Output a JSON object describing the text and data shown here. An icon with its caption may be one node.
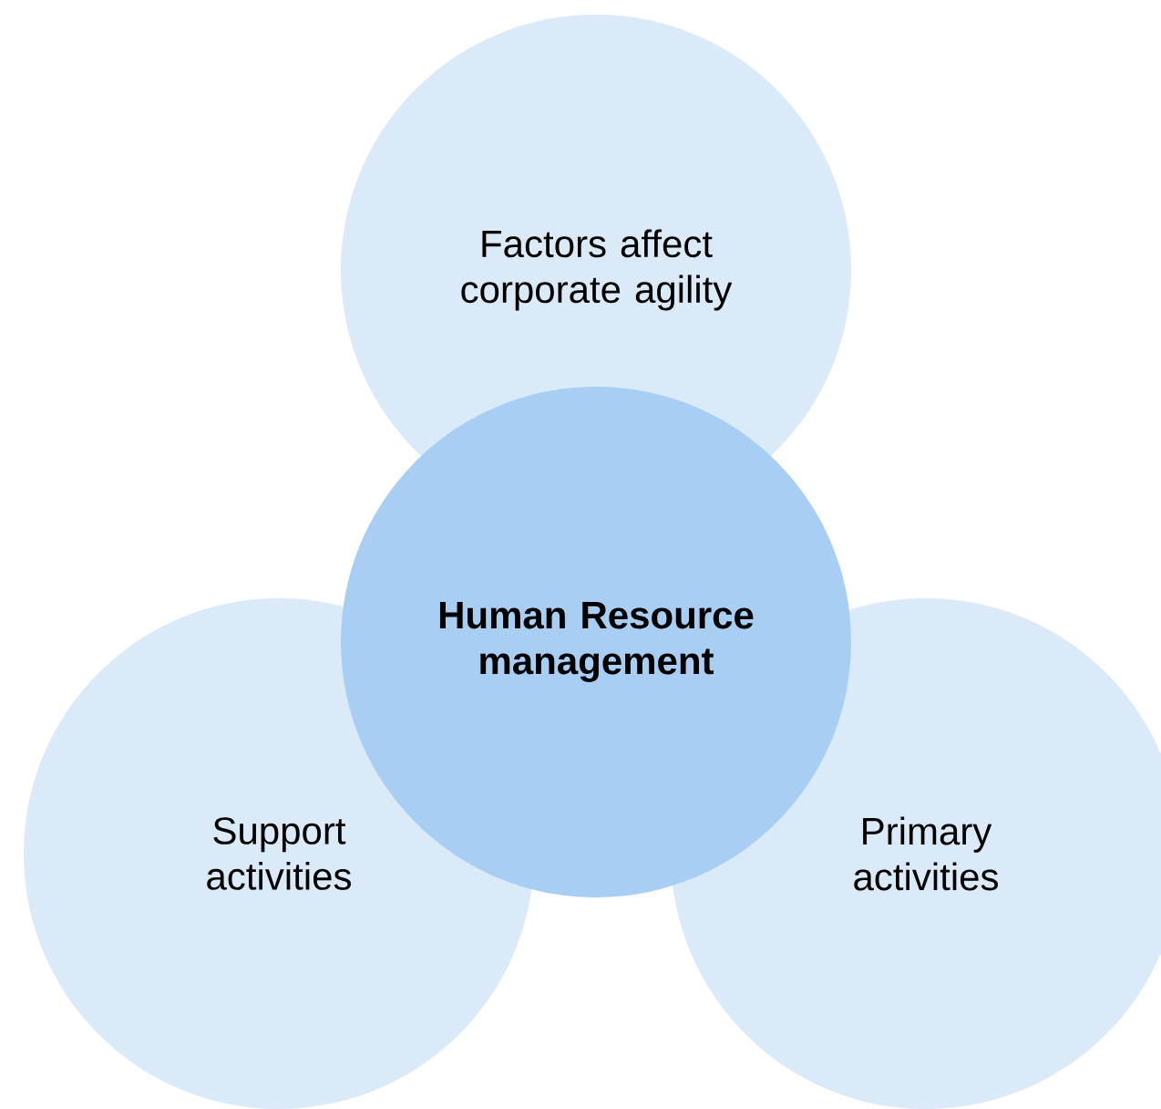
{
  "diagram": {
    "nodes": [
      {
        "text": [
          "Factors affect corporate agility"
        ]
      },
      {
        "text": [
          "Human Resource management"
        ]
      },
      {
        "text": [
          "Support activities"
        ]
      },
      {
        "text": [
          "Primary activities"
        ]
      }
    ],
    "edges": []
  }
}
